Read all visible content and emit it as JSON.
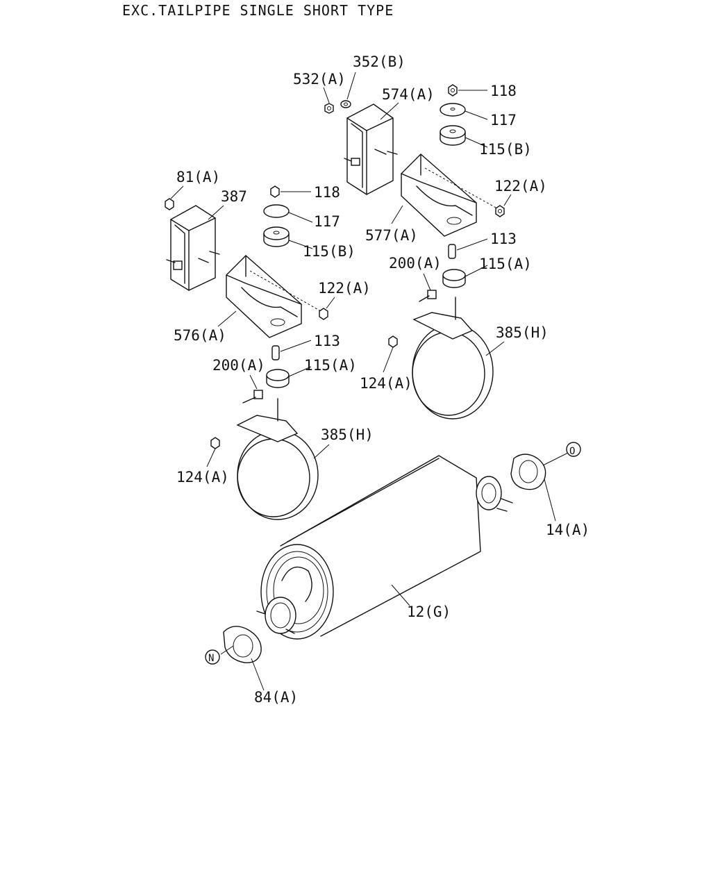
{
  "header": {
    "title": "EXC.TAILPIPE SINGLE SHORT TYPE"
  },
  "callouts": {
    "p532a": "532(A)",
    "p352b": "352(B)",
    "p574a": "574(A)",
    "p118_r": "118",
    "p117_r": "117",
    "p115b_r": "115(B)",
    "p122a_r": "122(A)",
    "p577a": "577(A)",
    "p113_r": "113",
    "p200a_r": "200(A)",
    "p115a_r": "115(A)",
    "p385h_r": "385(H)",
    "p124a_r": "124(A)",
    "p81a": "81(A)",
    "p387": "387",
    "p118_l": "118",
    "p117_l": "117",
    "p115b_l": "115(B)",
    "p122a_l": "122(A)",
    "p576a": "576(A)",
    "p113_l": "113",
    "p200a_l": "200(A)",
    "p115a_l": "115(A)",
    "p385h_l": "385(H)",
    "p124a_l": "124(A)",
    "p14a": "14(A)",
    "p12g": "12(G)",
    "p84a": "84(A)",
    "ref_o": "O",
    "ref_n": "N"
  }
}
